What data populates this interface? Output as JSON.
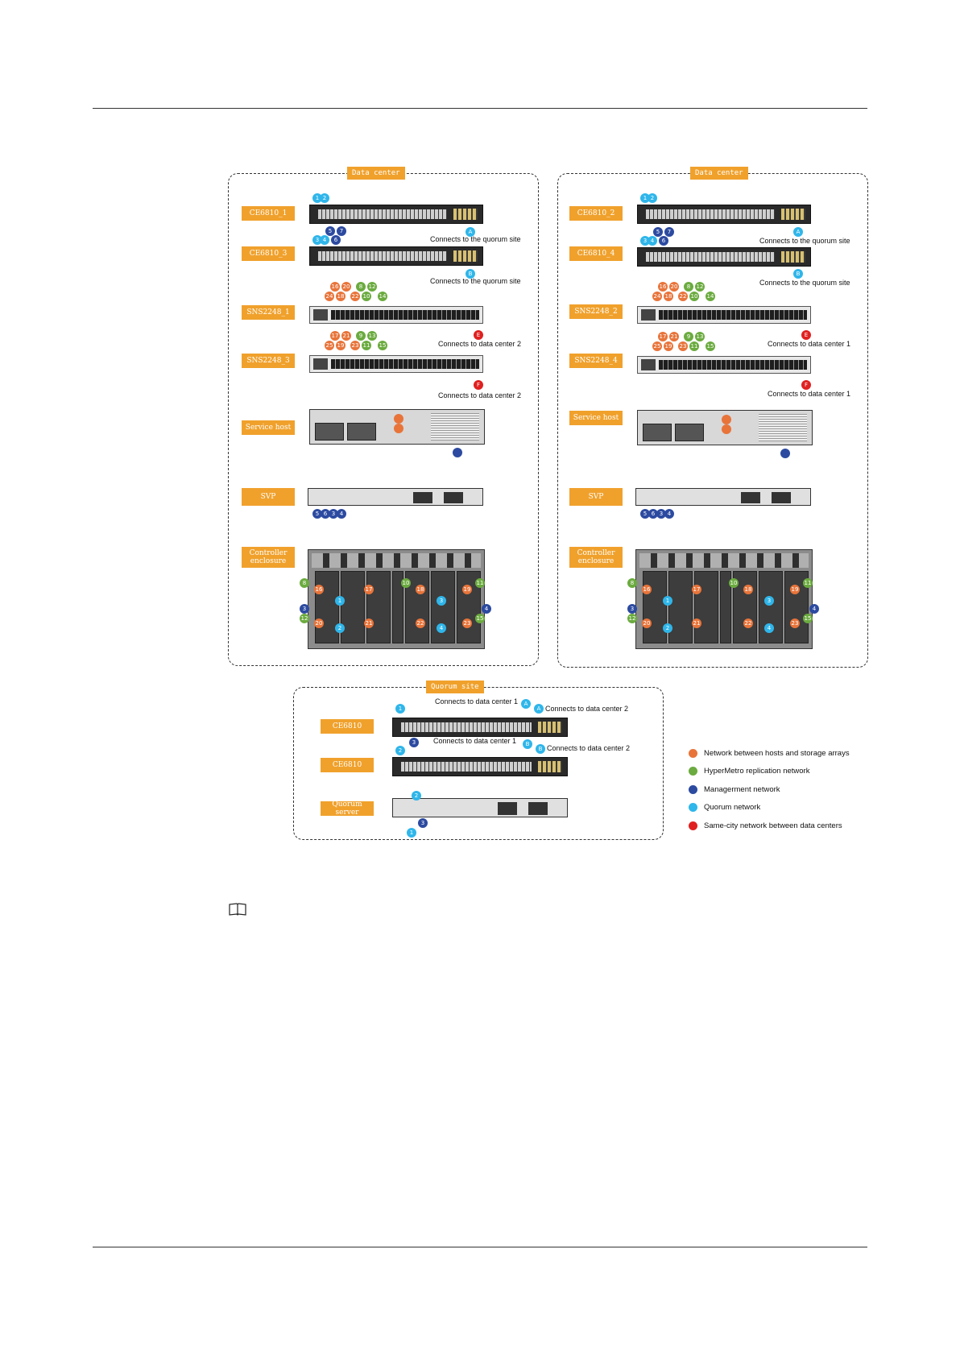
{
  "data_center_title": "Data center",
  "quorum_title": "Quorum site",
  "dc1": {
    "tags": [
      "CE6810_1",
      "CE6810_3",
      "SNS2248_1",
      "SNS2248_3",
      "Service host",
      "SVP",
      "Controller enclosure"
    ],
    "conn_ce1": "Connects to the quorum site",
    "conn_ce3": "Connects to the quorum site",
    "conn_sns1": "Connects to data center 2",
    "conn_sns3": "Connects to data center 2"
  },
  "dc2": {
    "tags": [
      "CE6810_2",
      "CE6810_4",
      "SNS2248_2",
      "SNS2248_4",
      "Service host",
      "SVP",
      "Controller enclosure"
    ],
    "conn_ce1": "Connects to the quorum site",
    "conn_ce3": "Connects to the quorum site",
    "conn_sns1": "Connects to data center 1",
    "conn_sns3": "Connects to data center 1"
  },
  "quorum": {
    "tags": [
      "CE6810",
      "CE6810",
      "Quorum server"
    ],
    "conn1_left": "Connects to data center 1",
    "conn1_right": "Connects to data center 2",
    "conn2_left": "Connects to data center 1",
    "conn2_right": "Connects to data center 2"
  },
  "legend": [
    {
      "label": "Network between hosts and storage arrays",
      "color": "#e8743a"
    },
    {
      "label": "HyperMetro replication network",
      "color": "#6bab3f"
    },
    {
      "label": "Managerment network",
      "color": "#2c4aa0"
    },
    {
      "label": "Quorum network",
      "color": "#2fb6ea"
    },
    {
      "label": "Same-city network between data centers",
      "color": "#e02020"
    }
  ],
  "markers": {
    "A": "A",
    "B": "B",
    "E": "E",
    "F": "F",
    "n1": "1",
    "n2": "2",
    "n3": "3",
    "n4": "4",
    "n5": "5",
    "n6": "6",
    "n7": "7",
    "n8": "8",
    "n9": "9",
    "n10": "10",
    "n11": "11",
    "n12": "12",
    "n13": "13",
    "n14": "14",
    "n15": "15",
    "n16": "16",
    "n17": "17",
    "n18": "18",
    "n19": "19",
    "n20": "20",
    "n21": "21",
    "n22": "22",
    "n23": "23",
    "n24": "24",
    "n25": "25"
  }
}
